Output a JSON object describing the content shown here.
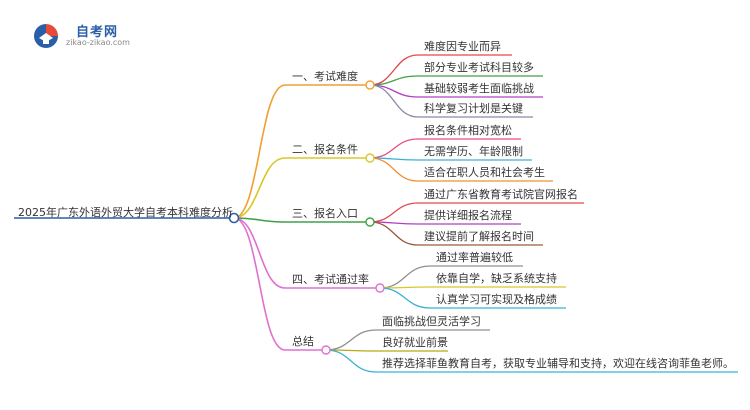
{
  "logo": {
    "title": "自考网",
    "subtitle": "zikao-zikao.com"
  },
  "root": {
    "label": "2025年广东外语外贸大学自考本科难度分析"
  },
  "branches": [
    {
      "label": "一、考试难度",
      "color": "#f0a030",
      "children": [
        {
          "label": "难度因专业而异",
          "color": "#e04848"
        },
        {
          "label": "部分专业考试科目较多",
          "color": "#40a048"
        },
        {
          "label": "基础较弱考生面临挑战",
          "color": "#b040c0"
        },
        {
          "label": "科学复习计划是关键",
          "color": "#8a8aa8"
        }
      ]
    },
    {
      "label": "二、报名条件",
      "color": "#d8c828",
      "children": [
        {
          "label": "报名条件相对宽松",
          "color": "#e84a8a"
        },
        {
          "label": "无需学历、年龄限制",
          "color": "#3ab0d8"
        },
        {
          "label": "适合在职人员和社会考生",
          "color": "#f09030"
        }
      ]
    },
    {
      "label": "三、报名入口",
      "color": "#40a048",
      "children": [
        {
          "label": "通过广东省教育考试院官网报名",
          "color": "#e04848"
        },
        {
          "label": "提供详细报名流程",
          "color": "#b040c0"
        },
        {
          "label": "建议提前了解报名时间",
          "color": "#9a5a3a"
        }
      ]
    },
    {
      "label": "四、考试通过率",
      "color": "#e070d0",
      "children": [
        {
          "label": "通过率普遍较低",
          "color": "#909090"
        },
        {
          "label": "依靠自学，缺乏系统支持",
          "color": "#d8c828"
        },
        {
          "label": "认真学习可实现及格成绩",
          "color": "#3ab0d8"
        }
      ]
    },
    {
      "label": "总结",
      "color": "#e070d0",
      "children": [
        {
          "label": "面临挑战但灵活学习",
          "color": "#909090"
        },
        {
          "label": "良好就业前景",
          "color": "#b8a818"
        },
        {
          "label": "推荐选择菲鱼教育自考，获取专业辅导和支持，欢迎在线咨询菲鱼老师。",
          "color": "#3ab0d8"
        }
      ]
    }
  ]
}
